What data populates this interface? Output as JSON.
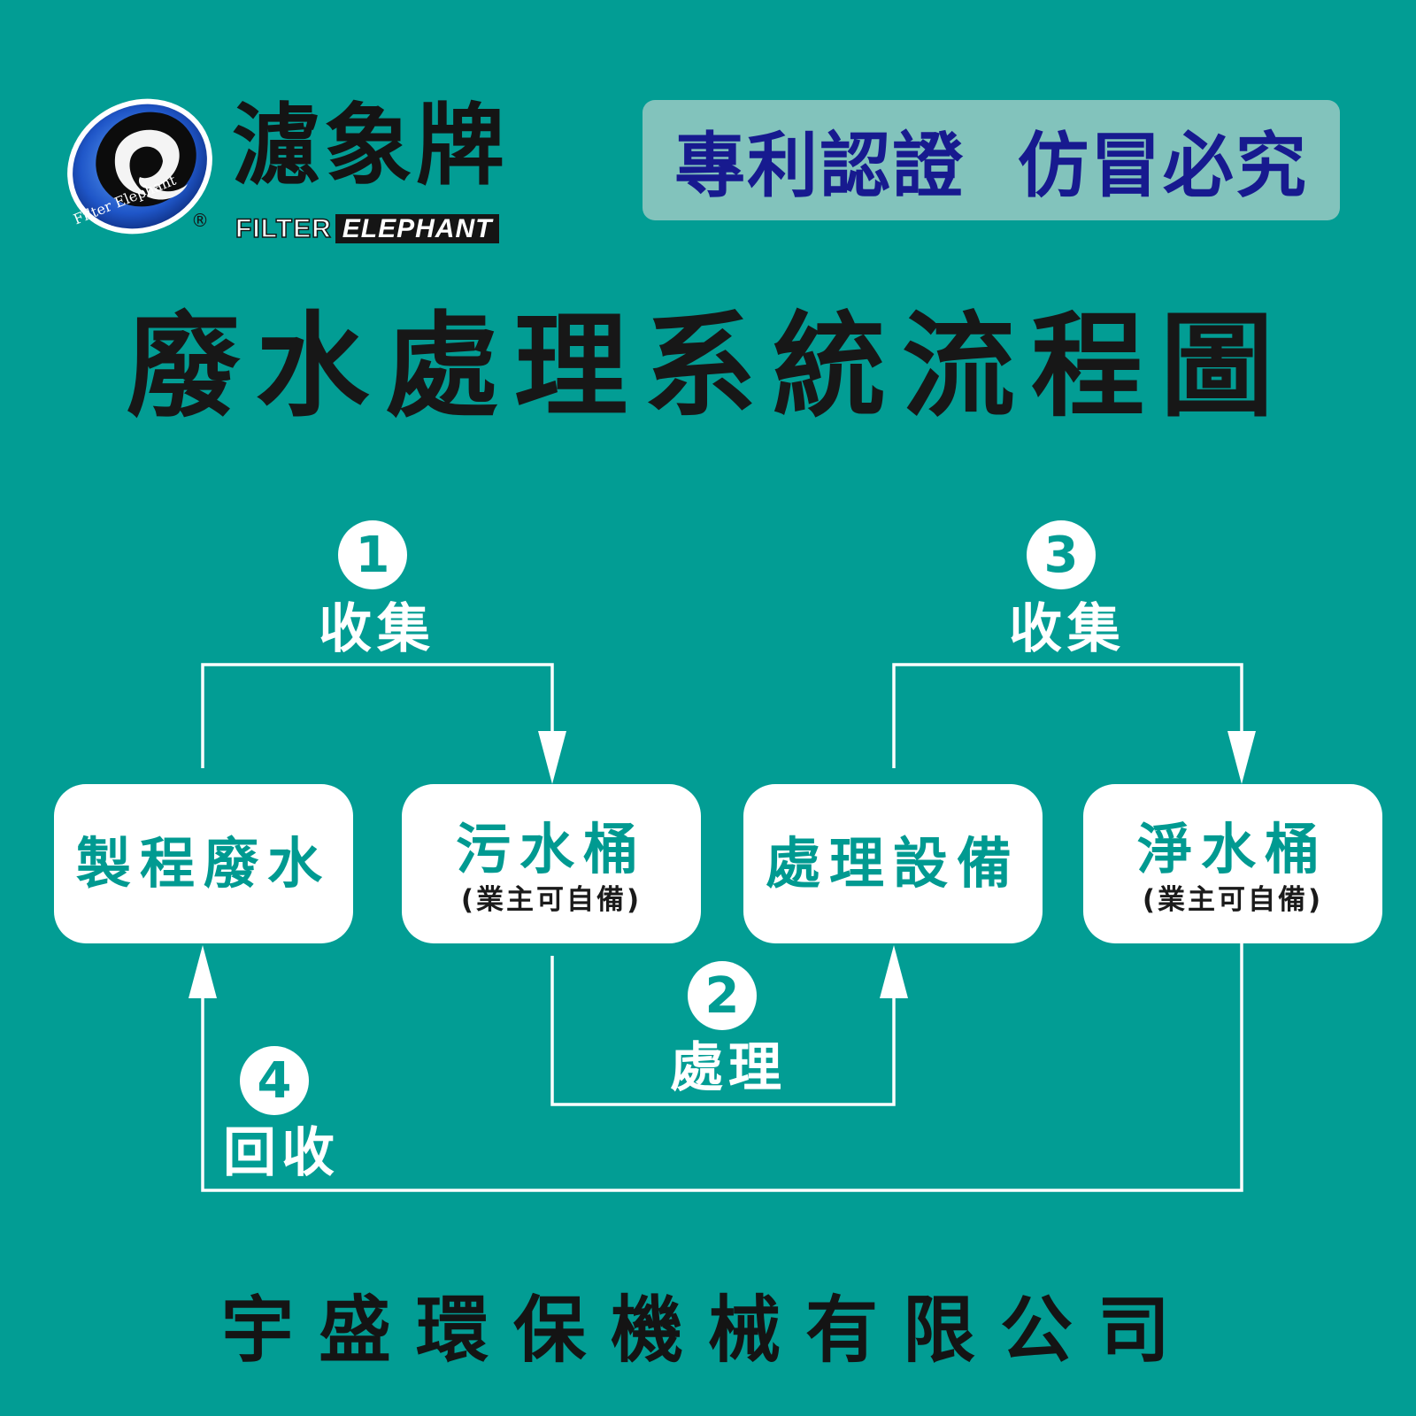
{
  "brand": {
    "name_cn": "濾象牌",
    "name_en_1": "FILTER",
    "name_en_2": "ELEPHANT",
    "emblem_text": "Filter Elephant",
    "registered_mark": "®"
  },
  "patent_notice": "專利認證  仿冒必究",
  "title": "廢水處理系統流程圖",
  "nodes": [
    {
      "label": "製程廢水",
      "note": ""
    },
    {
      "label": "污水桶",
      "note": "(業主可自備)"
    },
    {
      "label": "處理設備",
      "note": ""
    },
    {
      "label": "淨水桶",
      "note": "(業主可自備)"
    }
  ],
  "steps": [
    {
      "number": "1",
      "label": "收集"
    },
    {
      "number": "2",
      "label": "處理"
    },
    {
      "number": "3",
      "label": "收集"
    },
    {
      "number": "4",
      "label": "回收"
    }
  ],
  "company": "宇盛環保機械有限公司",
  "colors": {
    "background": "#029d94",
    "node_fill": "#ffffff",
    "node_text": "#009a91",
    "title_text": "#171717",
    "patent_box": "#82c3bc",
    "patent_text": "#171a8f"
  }
}
